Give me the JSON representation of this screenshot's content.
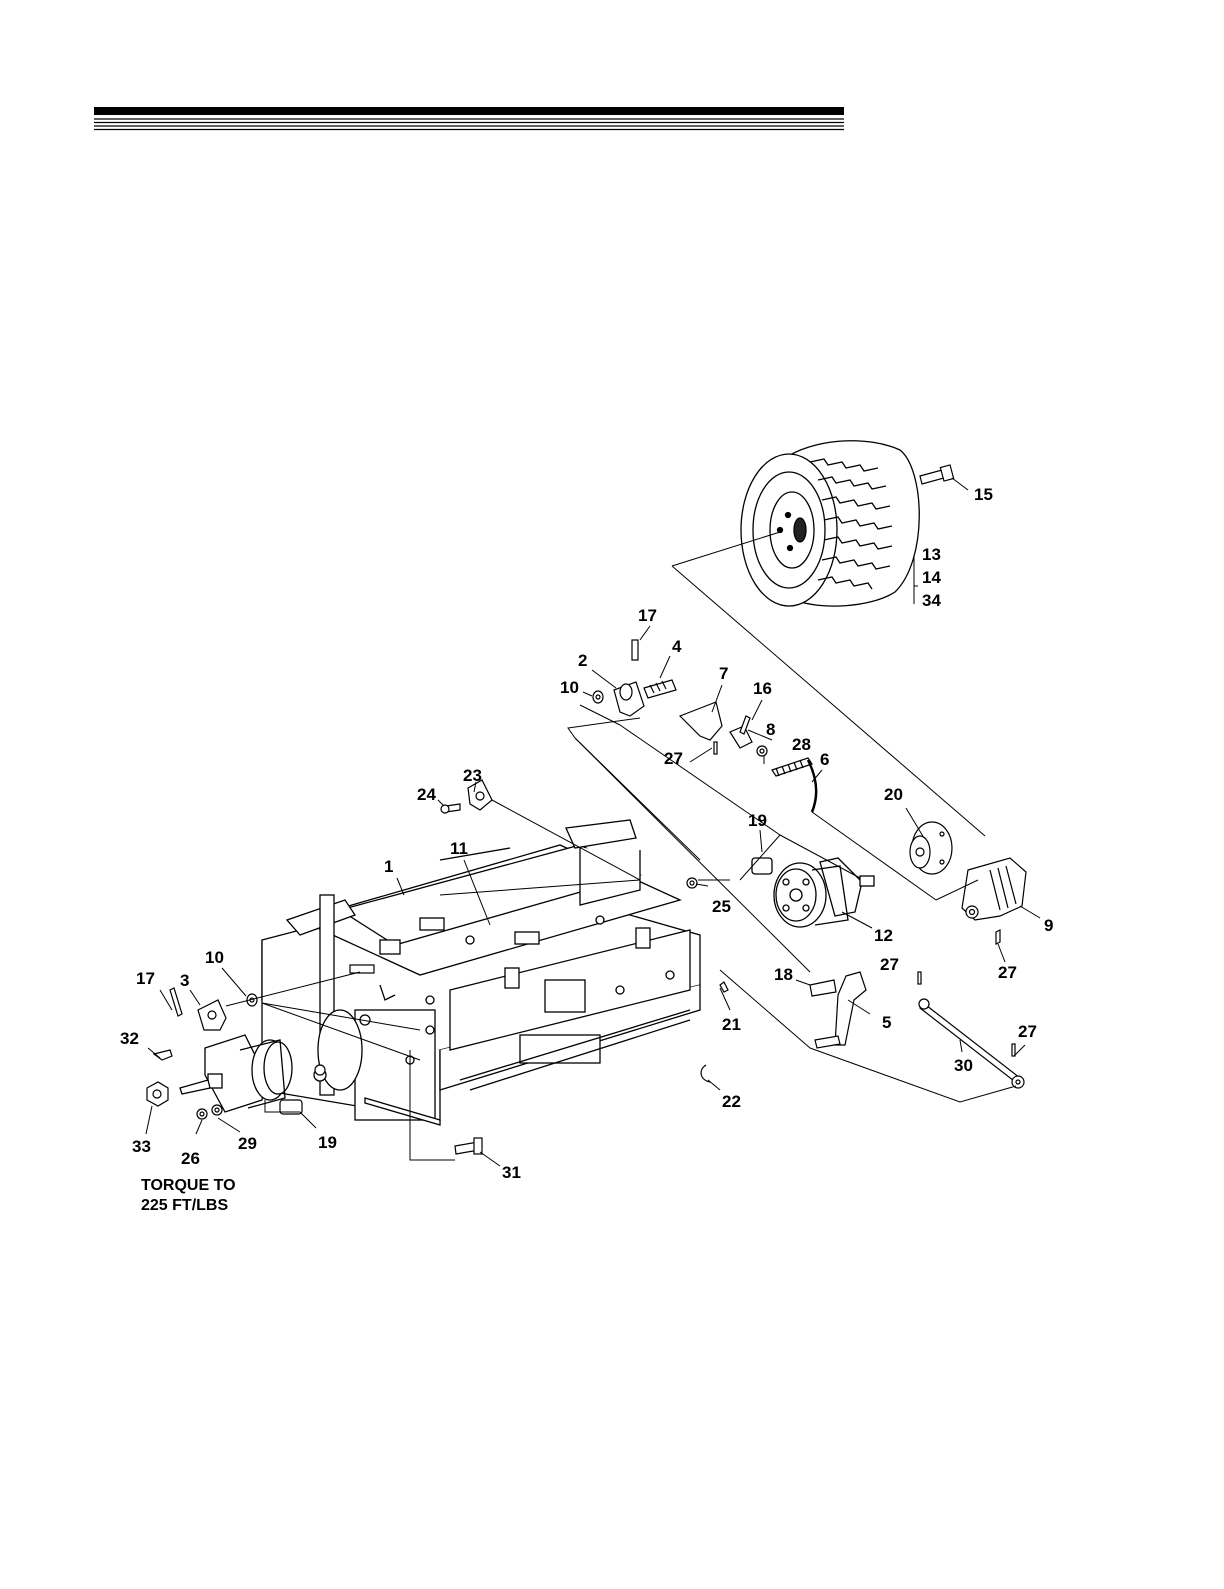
{
  "callouts": [
    "1",
    "2",
    "3",
    "4",
    "5",
    "6",
    "7",
    "8",
    "9",
    "10",
    "10",
    "11",
    "12",
    "13",
    "14",
    "15",
    "16",
    "17",
    "17",
    "18",
    "19",
    "19",
    "20",
    "21",
    "22",
    "23",
    "24",
    "25",
    "26",
    "27",
    "27",
    "27",
    "27",
    "28",
    "29",
    "30",
    "31",
    "32",
    "33",
    "34"
  ],
  "note": {
    "line1": "TORQUE TO",
    "line2": "225 FT/LBS"
  }
}
